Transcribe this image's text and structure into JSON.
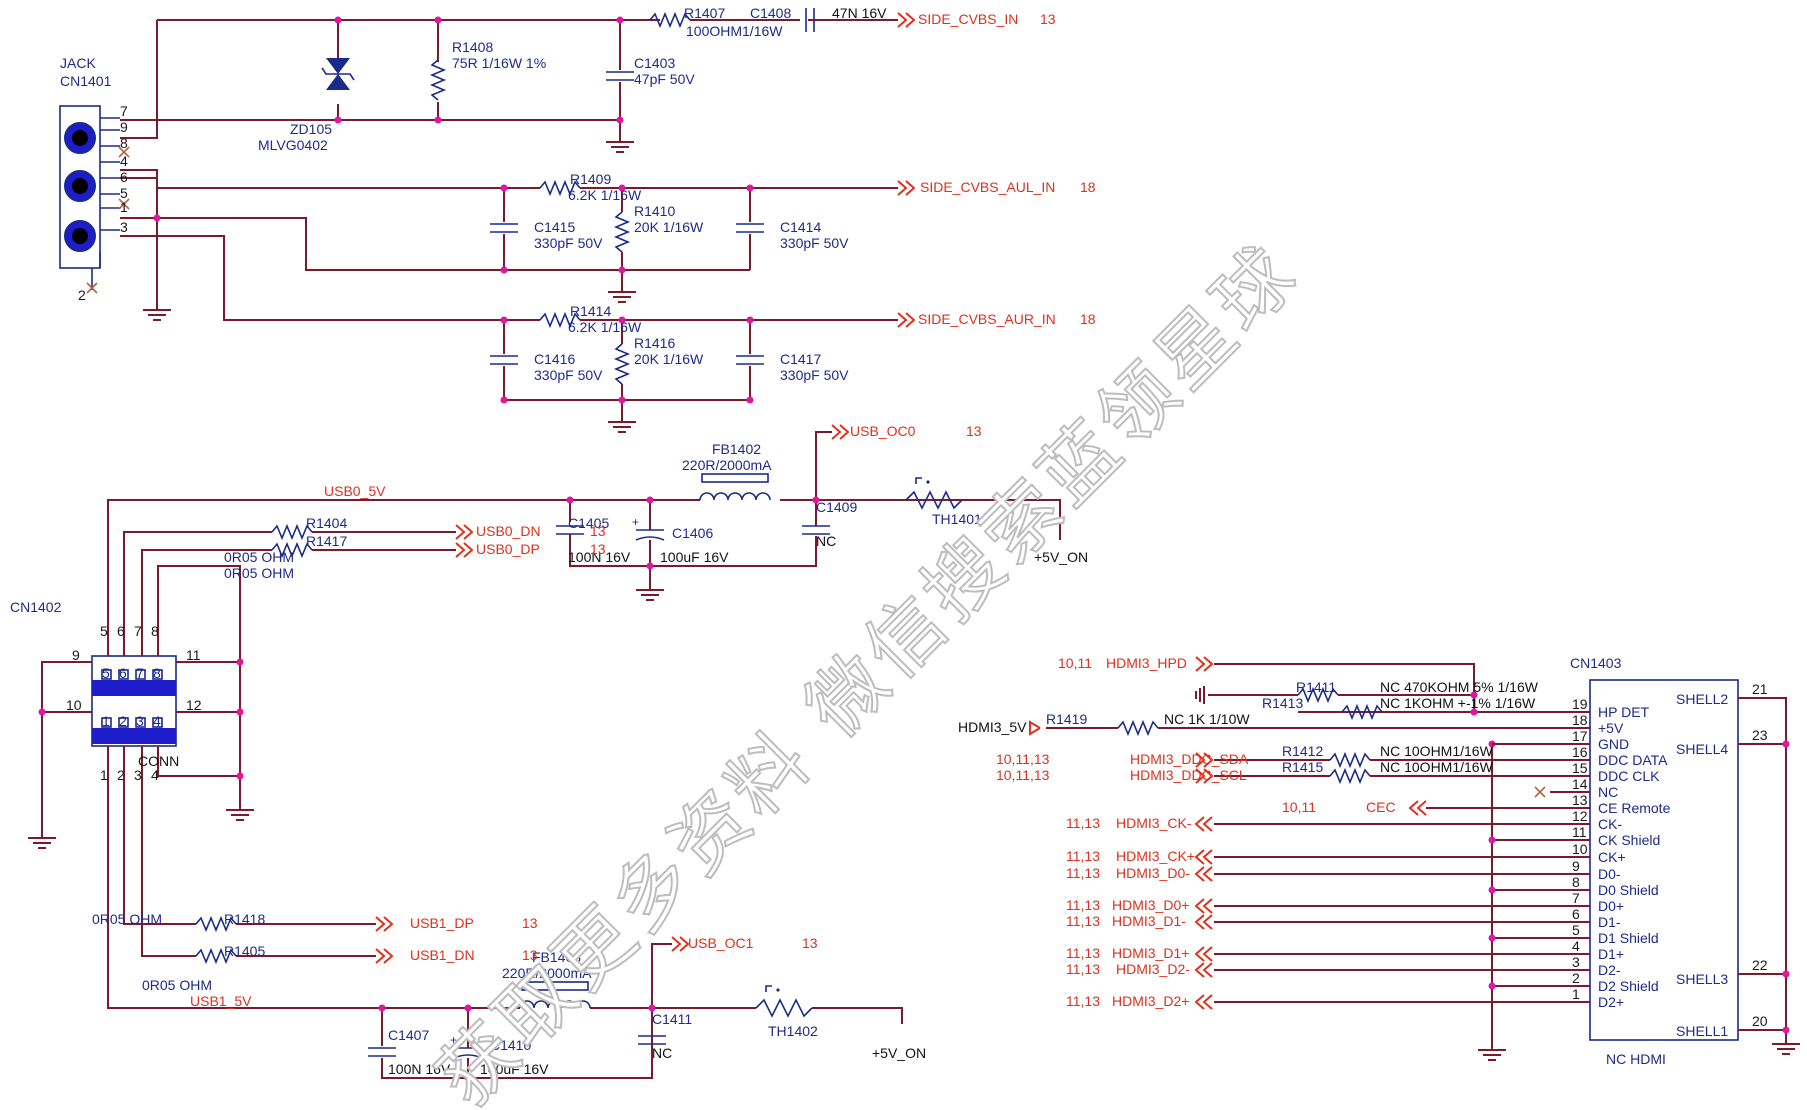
{
  "labels": {
    "jack_title": "JACK",
    "cn1401": "CN1401",
    "cn1402": "CN1402",
    "cn1403": "CN1403",
    "conn": "CONN",
    "nc_hdmi": "NC HDMI",
    "zd105": "ZD105",
    "zd105_val": "MLVG0402",
    "r1407": "R1407",
    "r1407_val": "100OHM1/16W",
    "c1408": "C1408",
    "c1408_val": "47N 16V",
    "r1408": "R1408",
    "r1408_val": "75R 1/16W 1%",
    "c1403": "C1403",
    "c1403_val": "47pF 50V",
    "r1409": "R1409",
    "r1409_val": "6.2K 1/16W",
    "r1410": "R1410",
    "r1410_val": "20K 1/16W",
    "c1415": "C1415",
    "c1415_val": "330pF 50V",
    "c1414": "C1414",
    "c1414_val": "330pF 50V",
    "r1414": "R1414",
    "r1414_val": "6.2K 1/16W",
    "r1416": "R1416",
    "r1416_val": "20K 1/16W",
    "c1416": "C1416",
    "c1416_val": "330pF 50V",
    "c1417": "C1417",
    "c1417_val": "330pF 50V",
    "fb1402": "FB1402",
    "fb1402_val": "220R/2000mA",
    "c1405": "C1405",
    "c1405_val": "100N 16V",
    "c1406": "C1406",
    "c1406_val": "100uF 16V",
    "c1409": "C1409",
    "c1409_val": "NC",
    "th1401": "TH1401",
    "r1404": "R1404",
    "r1417": "R1417",
    "r1404_val": "0R05 OHM",
    "r1417_val": "0R05 OHM",
    "r1418": "R1418",
    "r1418_val": "0R05 OHM",
    "r1405": "R1405",
    "r1405_val": "0R05 OHM",
    "fb1403": "FB1403",
    "fb1403_val": "220R/2000mA",
    "c1407": "C1407",
    "c1407_val": "100N 16V",
    "c1410": "C1410",
    "c1410_val": "100uF 16V",
    "c1411": "C1411",
    "c1411_val": "NC",
    "th1402": "TH1402",
    "r1411": "R1411",
    "r1411_val": "NC 470KOHM 5% 1/16W",
    "r1413": "R1413",
    "r1413_val": "NC 1KOHM +-1% 1/16W",
    "r1419": "R1419",
    "r1419_val": "NC 1K 1/10W",
    "r1412": "R1412",
    "r1412_val": "NC 10OHM1/16W",
    "r1415": "R1415",
    "r1415_val": "NC 10OHM1/16W",
    "usb0_5v": "USB0_5V",
    "usb1_5v": "USB1_5V",
    "plus5v_on_1": "+5V_ON",
    "plus5v_on_2": "+5V_ON",
    "hdmi3_5v": "HDMI3_5V",
    "shell2": "SHELL2",
    "shell4": "SHELL4",
    "shell3": "SHELL3",
    "shell1": "SHELL1",
    "pin21": "21",
    "pin23": "23",
    "pin22": "22",
    "pin20": "20"
  },
  "offpage": [
    {
      "name": "SIDE_CVBS_IN",
      "ref": "13"
    },
    {
      "name": "SIDE_CVBS_AUL_IN",
      "ref": "18"
    },
    {
      "name": "SIDE_CVBS_AUR_IN",
      "ref": "18"
    },
    {
      "name": "USB_OC0",
      "ref": "13"
    },
    {
      "name": "USB0_DN",
      "ref": "13"
    },
    {
      "name": "USB0_DP",
      "ref": "13"
    },
    {
      "name": "USB1_DP",
      "ref": "13"
    },
    {
      "name": "USB1_DN",
      "ref": "13"
    },
    {
      "name": "USB_OC1",
      "ref": "13"
    }
  ],
  "hdmi_nets": [
    {
      "ref": "10,11",
      "name": "HDMI3_HPD"
    },
    {
      "ref": "10,11,13",
      "name": "HDMI3_DDC_SDA"
    },
    {
      "ref": "10,11,13",
      "name": "HDMI3_DDC_SCL"
    },
    {
      "ref": "10,11",
      "name": "CEC"
    },
    {
      "ref": "11,13",
      "name": "HDMI3_CK-"
    },
    {
      "ref": "11,13",
      "name": "HDMI3_CK+"
    },
    {
      "ref": "11,13",
      "name": "HDMI3_D0-"
    },
    {
      "ref": "11,13",
      "name": "HDMI3_D0+"
    },
    {
      "ref": "11,13",
      "name": "HDMI3_D1-"
    },
    {
      "ref": "11,13",
      "name": "HDMI3_D1+"
    },
    {
      "ref": "11,13",
      "name": "HDMI3_D2-"
    },
    {
      "ref": "11,13",
      "name": "HDMI3_D2+"
    }
  ],
  "hdmi_pins": [
    {
      "num": "19",
      "name": "HP DET"
    },
    {
      "num": "18",
      "name": "+5V"
    },
    {
      "num": "17",
      "name": "GND"
    },
    {
      "num": "16",
      "name": "DDC DATA"
    },
    {
      "num": "15",
      "name": "DDC CLK"
    },
    {
      "num": "14",
      "name": "NC"
    },
    {
      "num": "13",
      "name": "CE Remote"
    },
    {
      "num": "12",
      "name": "CK-"
    },
    {
      "num": "11",
      "name": "CK Shield"
    },
    {
      "num": "10",
      "name": "CK+"
    },
    {
      "num": "9",
      "name": "D0-"
    },
    {
      "num": "8",
      "name": "D0 Shield"
    },
    {
      "num": "7",
      "name": "D0+"
    },
    {
      "num": "6",
      "name": "D1-"
    },
    {
      "num": "5",
      "name": "D1 Shield"
    },
    {
      "num": "4",
      "name": "D1+"
    },
    {
      "num": "3",
      "name": "D2-"
    },
    {
      "num": "2",
      "name": "D2 Shield"
    },
    {
      "num": "1",
      "name": "D2+"
    }
  ],
  "jack_pins": [
    "7",
    "9",
    "8",
    "4",
    "6",
    "5",
    "1",
    "3",
    "2"
  ],
  "usb_conn_pins": {
    "top": [
      "5",
      "6",
      "7",
      "8"
    ],
    "bottom": [
      "1",
      "2",
      "3",
      "4"
    ],
    "side": [
      "9",
      "10",
      "11",
      "12"
    ]
  },
  "watermark": "获取更多资料 微信搜索蓝领星球"
}
